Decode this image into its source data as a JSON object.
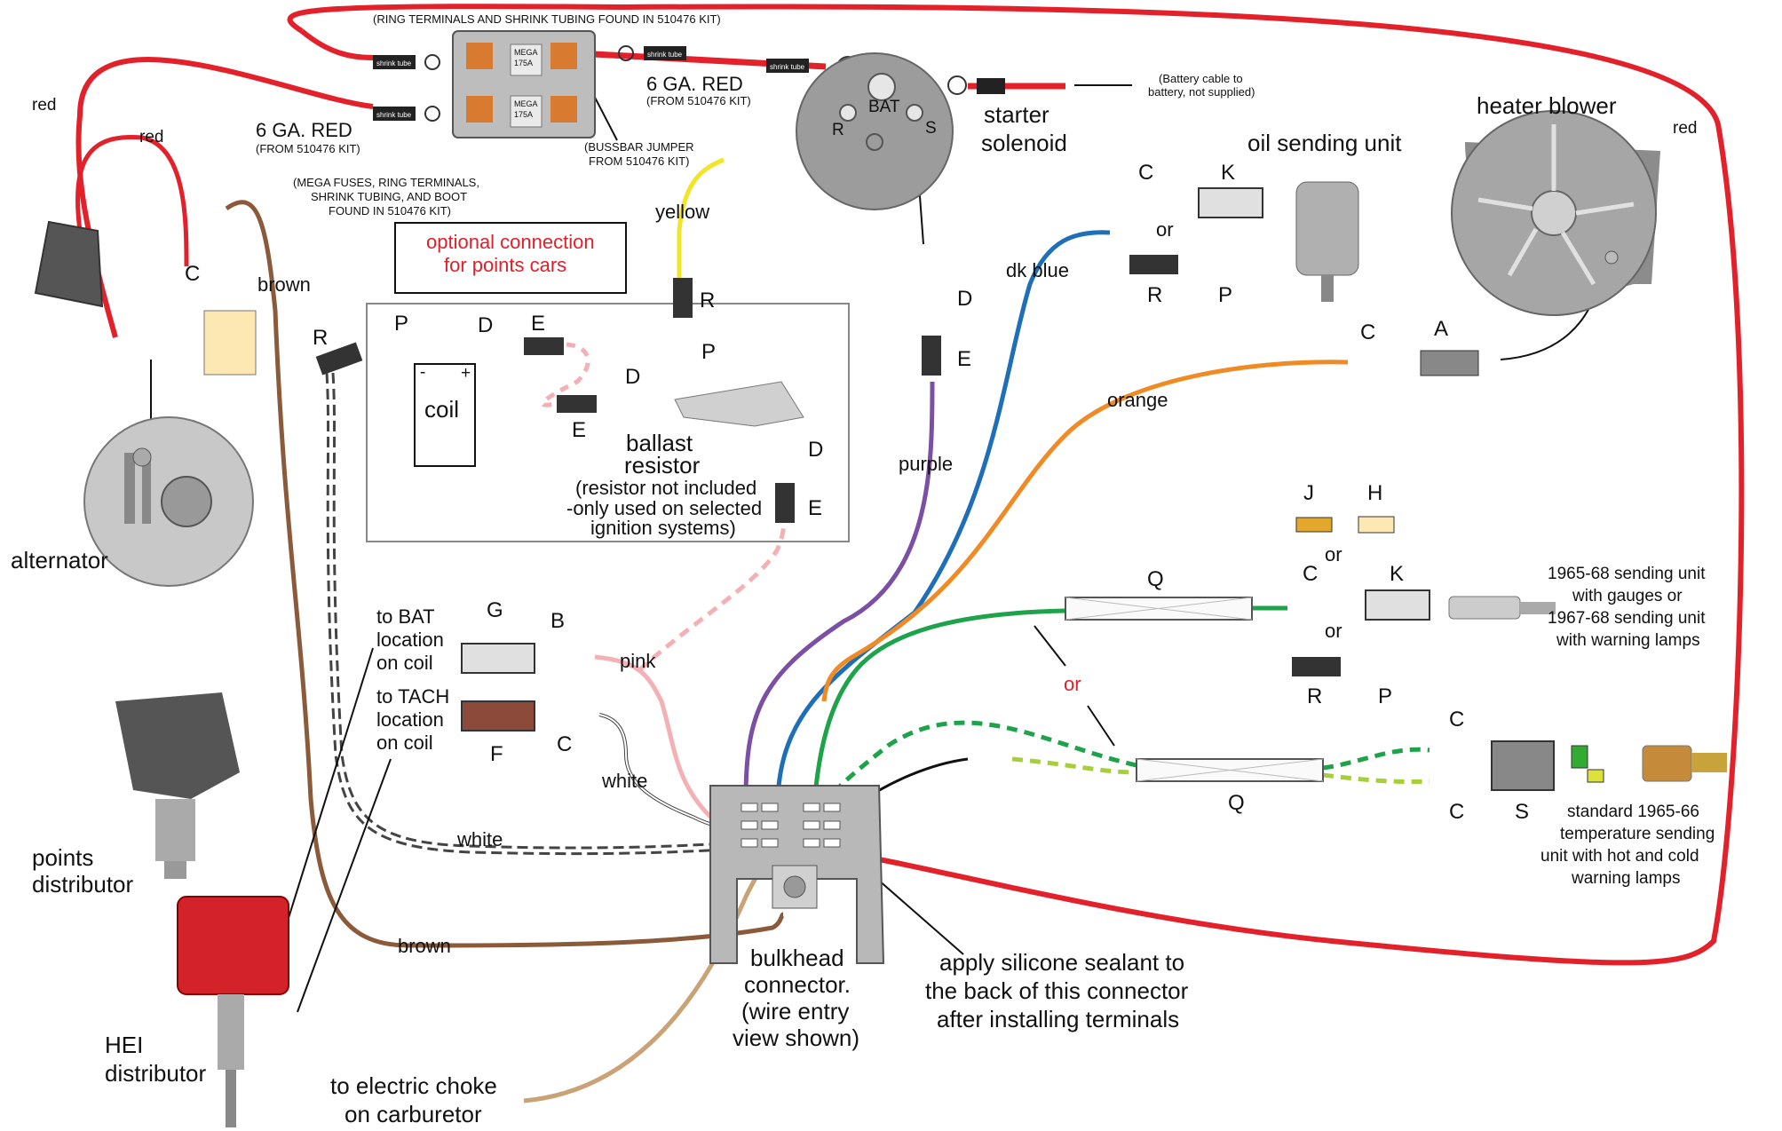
{
  "diagram": {
    "kit_notes": {
      "ring_terminals": "(RING TERMINALS AND SHRINK TUBING FOUND IN 510476 KIT)",
      "mega_fuses": [
        "(MEGA FUSES, RING TERMINALS,",
        "SHRINK TUBING, AND BOOT",
        "FOUND IN 510476 KIT)"
      ],
      "bussbar": [
        "(BUSSBAR JUMPER",
        "FROM 510476 KIT)"
      ],
      "battery_cable": [
        "(Battery cable to",
        "battery, not supplied)"
      ]
    },
    "cable_labels": {
      "six_ga_left": "6 GA. RED",
      "six_ga_left_sub": "(FROM 510476 KIT)",
      "six_ga_right": "6 GA. RED",
      "six_ga_right_sub": "(FROM 510476 KIT)",
      "shrink_tube": "shrink tube",
      "mega": "MEGA",
      "mega_rating": "175A"
    },
    "components": {
      "starter_solenoid": [
        "starter",
        "solenoid"
      ],
      "solenoid_terms": {
        "bat": "BAT",
        "r": "R",
        "s": "S"
      },
      "oil_sending_unit": "oil sending unit",
      "heater_blower": "heater blower",
      "alternator": "alternator",
      "coil": "coil",
      "coil_minus": "-",
      "coil_plus": "+",
      "ballast_resistor": [
        "ballast",
        "resistor",
        "(resistor not included",
        "-only used on selected",
        "ignition systems)"
      ],
      "points_distributor": [
        "points",
        "distributor"
      ],
      "hei_distributor": [
        "HEI",
        "distributor"
      ],
      "bulkhead": [
        "bulkhead",
        "connector.",
        "(wire entry",
        "view shown)"
      ],
      "sealant_note": [
        "apply silicone sealant to",
        "the back of this connector",
        "after installing terminals"
      ],
      "electric_choke": [
        "to electric choke",
        "on carburetor"
      ],
      "optional_box": [
        "optional connection",
        "for points cars"
      ],
      "to_bat": [
        "to BAT",
        "location",
        "on coil"
      ],
      "to_tach": [
        "to TACH",
        "location",
        "on coil"
      ],
      "sending_6568": [
        "1965-68 sending unit",
        "with gauges or",
        "1967-68 sending unit",
        "with warning lamps"
      ],
      "sending_6566": [
        "standard 1965-66",
        "temperature sending",
        "unit with hot and cold",
        "warning lamps"
      ]
    },
    "wire_labels": {
      "red_left": "red",
      "red_alt": "red",
      "red_right": "red",
      "brown_top": "brown",
      "brown_bottom": "brown",
      "yellow": "yellow",
      "dk_blue": "dk blue",
      "purple": "purple",
      "orange": "orange",
      "pink": "pink",
      "white_mid": "white",
      "white_low": "white",
      "or_oil": "or",
      "or_temp_a": "or",
      "or_temp_b": "or",
      "or_red": "or"
    },
    "letters": {
      "c_alt": "C",
      "r_left": "R",
      "p_coil": "P",
      "d_coil": "D",
      "e_coil": "E",
      "d_ballast": "D",
      "e_ballast": "E",
      "d_ballast2": "D",
      "e_ballast2": "E",
      "r_yellow": "R",
      "p_yellow": "P",
      "d_purple": "D",
      "e_purple": "E",
      "c_oil": "C",
      "k_oil": "K",
      "r_oil": "R",
      "p_oil": "P",
      "c_heat": "C",
      "a_heat": "A",
      "j_temp": "J",
      "h_temp": "H",
      "c_temp": "C",
      "k_temp": "K",
      "r_temp": "R",
      "p_temp": "P",
      "q_top": "Q",
      "q_bottom": "Q",
      "g_bat": "G",
      "b_bat": "B",
      "f_tach": "F",
      "c_tach": "C",
      "c_s_top": "C",
      "c_s_bottom": "C",
      "s": "S"
    },
    "colors": {
      "red": "#e3212b",
      "brown": "#8b5a3a",
      "yellow": "#f2e526",
      "dk_blue": "#1f6fb8",
      "purple": "#7b4fa3",
      "orange": "#f08a24",
      "green": "#1ea24a",
      "light_green": "#a6cf3a",
      "pink": "#f4b1b5",
      "tan": "#c9a276",
      "black": "#111111"
    }
  }
}
